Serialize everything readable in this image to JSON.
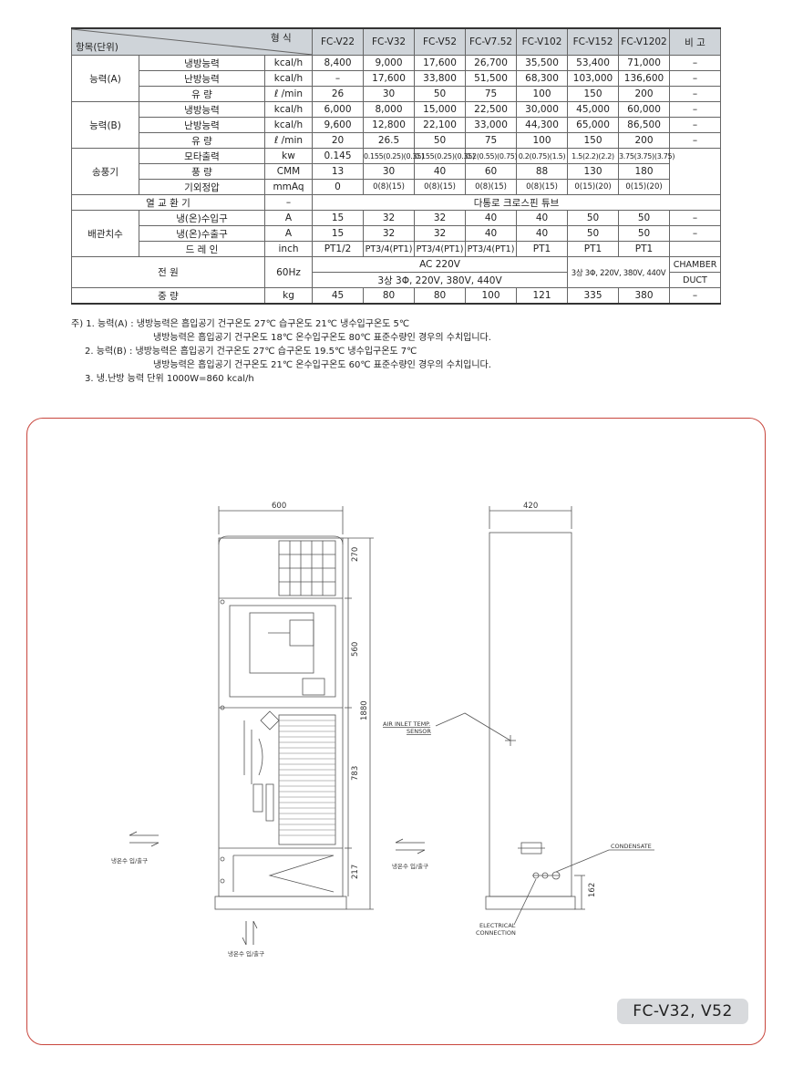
{
  "table": {
    "header_item": "항목(단위)",
    "header_model": "형 식",
    "models": [
      "FC-V22",
      "FC-V32",
      "FC-V52",
      "FC-V7.52",
      "FC-V102",
      "FC-V152",
      "FC-V1202"
    ],
    "remarks_header": "비 고",
    "groupA": "능력(A)",
    "groupB": "능력(B)",
    "group_fan": "송풍기",
    "group_pipe": "배관치수",
    "rowsA": [
      {
        "label": "냉방능력",
        "unit": "kcal/h",
        "values": [
          "8,400",
          "9,000",
          "17,600",
          "26,700",
          "35,500",
          "53,400",
          "71,000"
        ],
        "remark": "–"
      },
      {
        "label": "난방능력",
        "unit": "kcal/h",
        "values": [
          "–",
          "",
          "17,600",
          "33,800",
          "51,500",
          "68,300",
          "103,000",
          "136,600"
        ],
        "remark": "–"
      },
      {
        "label": "유 량",
        "unit": "ℓ /min",
        "values": [
          "26",
          "30",
          "50",
          "75",
          "100",
          "150",
          "200"
        ],
        "remark": "–"
      }
    ],
    "rowsB": [
      {
        "label": "냉방능력",
        "unit": "kcal/h",
        "values": [
          "6,000",
          "8,000",
          "15,000",
          "22,500",
          "30,000",
          "45,000",
          "60,000"
        ],
        "remark": "–"
      },
      {
        "label": "난방능력",
        "unit": "kcal/h",
        "values": [
          "9,600",
          "12,800",
          "22,100",
          "33,000",
          "44,300",
          "65,000",
          "86,500"
        ],
        "remark": "–"
      },
      {
        "label": "유 량",
        "unit": "ℓ /min",
        "values": [
          "20",
          "26.5",
          "50",
          "75",
          "100",
          "150",
          "200"
        ],
        "remark": "–"
      }
    ],
    "rowsFan": [
      {
        "label": "모타출력",
        "unit": "kw",
        "values": [
          "0.145",
          "0.155(0.25)(0.35)",
          "0.155(0.25)(0.35)",
          "0.2(0.55)(0.75)",
          "0.2(0.75)(1.5)",
          "1.5(2.2)(2.2)",
          "3.75(3.75)(3.75)"
        ]
      },
      {
        "label": "풍 량",
        "unit": "CMM",
        "values": [
          "13",
          "30",
          "40",
          "60",
          "88",
          "130",
          "180"
        ]
      },
      {
        "label": "기외정압",
        "unit": "mmAq",
        "values": [
          "0",
          "0(8)(15)",
          "0(8)(15)",
          "0(8)(15)",
          "0(8)(15)",
          "0(15)(20)",
          "0(15)(20)"
        ]
      }
    ],
    "heat_exchange": {
      "label": "열 교 환 기",
      "unit": "–",
      "value": "다통로 크로스핀 튜브"
    },
    "rowsPipe": [
      {
        "label": "냉(온)수입구",
        "unit": "A",
        "values": [
          "15",
          "32",
          "32",
          "40",
          "40",
          "50",
          "50"
        ],
        "remark": "–"
      },
      {
        "label": "냉(온)수출구",
        "unit": "A",
        "values": [
          "15",
          "32",
          "32",
          "40",
          "40",
          "50",
          "50"
        ],
        "remark": "–"
      },
      {
        "label": "드 레 인",
        "unit": "inch",
        "values": [
          "PT1/2",
          "PT3/4(PT1)",
          "PT3/4(PT1)",
          "PT3/4(PT1)",
          "PT1",
          "PT1",
          "PT1"
        ]
      }
    ],
    "power": {
      "label": "전 원",
      "unit": "60Hz",
      "single": "AC 220V",
      "three_a": "3상 3Φ, 220V, 380V, 440V",
      "three_b": "3상 3Φ, 220V, 380V, 440V",
      "remark1": "CHAMBER",
      "remark2": "DUCT"
    },
    "weight": {
      "label": "중 량",
      "unit": "kg",
      "values": [
        "45",
        "80",
        "80",
        "100",
        "121",
        "335",
        "380"
      ],
      "remark": "–"
    }
  },
  "notes": {
    "n1a": "주) 1. 능력(A) : 냉방능력은 흡입공기 건구온도 27℃ 습구온도 21℃  냉수입구온도 5℃",
    "n1b": "냉방능력은 흡입공기 건구온도 18℃ 온수입구온도 80℃  표준수량인 경우의 수치입니다.",
    "n2a": "2. 능력(B) : 냉방능력은 흡입공기 건구온도 27℃ 습구온도 19.5℃  냉수입구온도 7℃",
    "n2b": "냉방능력은 흡입공기 건구온도 21℃ 온수입구온도 60℃  표준수량인 경우의 수치입니다.",
    "n3": "3. 냉.난방 능력 단위 1000W=860 kcal/h"
  },
  "drawing": {
    "width": "600",
    "depth": "420",
    "height_total": "1880",
    "h1": "270",
    "h2": "560",
    "h3": "783",
    "h4": "217",
    "h5": "162",
    "sensor_1": "AIR INLET TEMP.",
    "sensor_2": "SENSOR",
    "condensate": "CONDENSATE",
    "elec_1": "ELECTRICAL",
    "elec_2": "CONNECTION",
    "water_label": "냉온수 입/출구"
  },
  "model_badge": "FC-V32, V52"
}
